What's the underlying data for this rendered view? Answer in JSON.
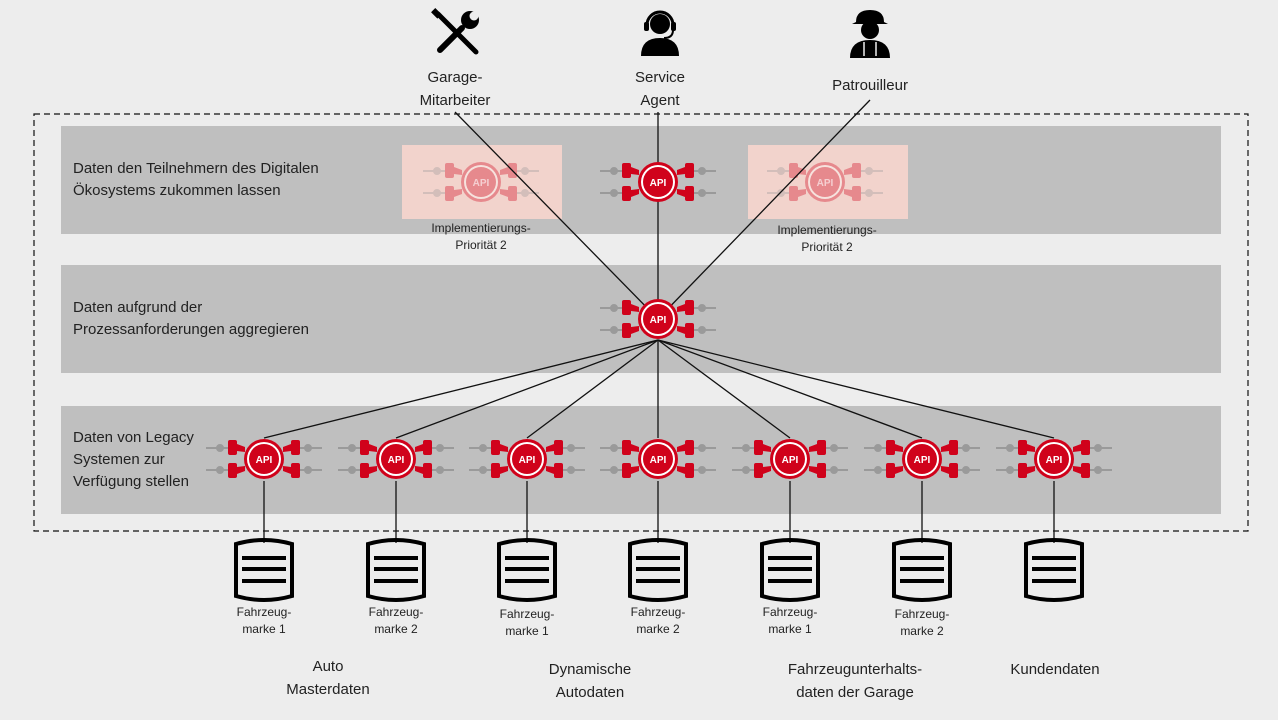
{
  "personas": [
    {
      "line1": "Garage-",
      "line2": "Mitarbeiter",
      "icon": "tools-icon"
    },
    {
      "line1": "Service",
      "line2": "Agent",
      "icon": "headset-agent-icon"
    },
    {
      "line1": "",
      "line2": "Patrouilleur",
      "icon": "patroller-icon"
    }
  ],
  "layers": [
    {
      "line1": "Daten den Teilnehmern des Digitalen",
      "line2": "Ökosystems zukommen lassen",
      "line3": ""
    },
    {
      "line1": "Daten aufgrund der",
      "line2": "Prozessanforderungen aggregieren",
      "line3": ""
    },
    {
      "line1": "Daten von Legacy",
      "line2": "Systemen zur",
      "line3": "Verfügung stellen"
    }
  ],
  "api_label": "API",
  "priority": [
    {
      "line1": "Implementierungs-",
      "line2": "Priorität 2"
    },
    {
      "line1": "Implementierungs-",
      "line2": "Priorität 2"
    }
  ],
  "databases": [
    {
      "line1": "Fahrzeug-",
      "line2": "marke 1"
    },
    {
      "line1": "Fahrzeug-",
      "line2": "marke 2"
    },
    {
      "line1": "Fahrzeug-",
      "line2": "marke 1"
    },
    {
      "line1": "Fahrzeug-",
      "line2": "marke 2"
    },
    {
      "line1": "Fahrzeug-",
      "line2": "marke 1"
    },
    {
      "line1": "Fahrzeug-",
      "line2": "marke 2"
    },
    {
      "line1": "",
      "line2": ""
    }
  ],
  "groups": [
    {
      "line1": "Auto",
      "line2": "Masterdaten"
    },
    {
      "line1": "Dynamische",
      "line2": "Autodaten"
    },
    {
      "line1": "Fahrzeugunterhalts-",
      "line2": "daten der Garage"
    },
    {
      "line1": "Kundendaten",
      "line2": ""
    }
  ],
  "colors": {
    "api_red": "#d0021b",
    "band_gray": "#bfbfbf",
    "background": "#ededed",
    "faded_box": "#f2d3cc"
  }
}
